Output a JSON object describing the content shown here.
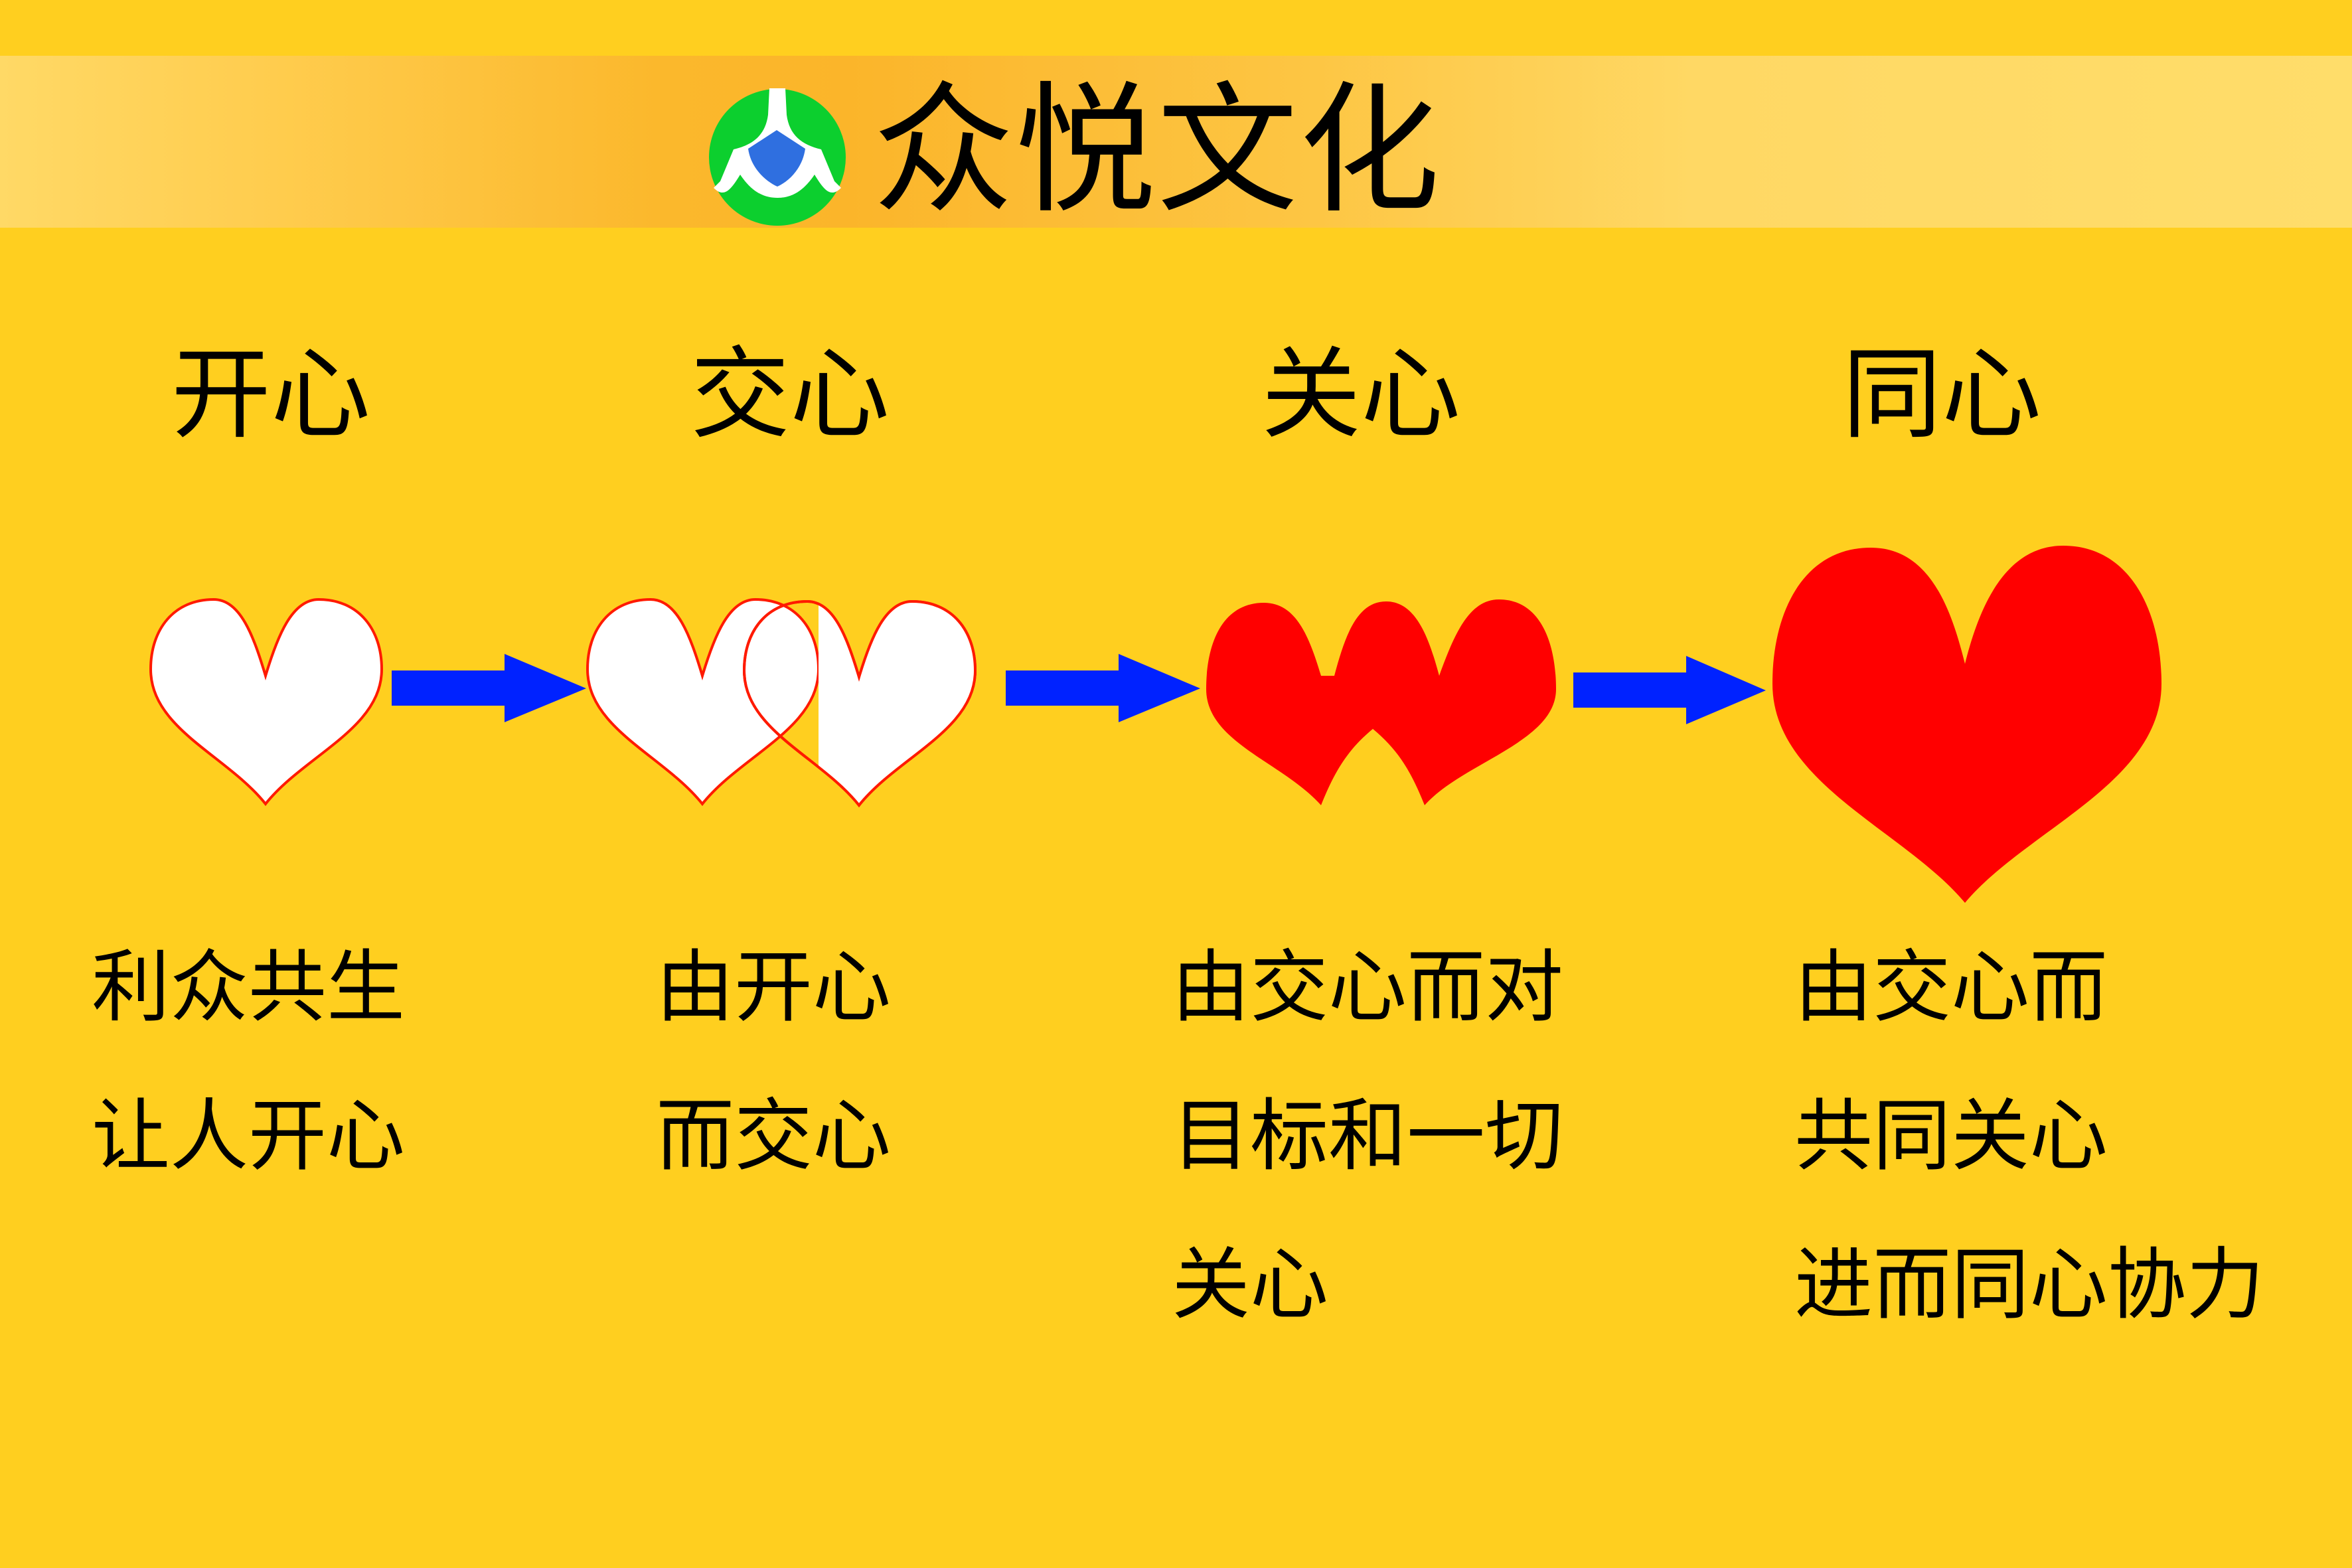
{
  "header": {
    "title": "众悦文化",
    "logo_icon": "zhongyue-logo-icon"
  },
  "colors": {
    "background": "#ffcf1f",
    "band_orange": "#fbb52a",
    "band_light": "#ffd966",
    "heart_red": "#ff0000",
    "heart_outline_fill": "#ffffff",
    "arrow_blue": "#0022ff",
    "logo_green": "#0ccf2e",
    "logo_blue": "#2f6fe0"
  },
  "stages": [
    {
      "heading": "开心",
      "heart_icon": "single-outline-heart-icon",
      "lines": [
        "利众共生",
        "让人开心"
      ]
    },
    {
      "heading": "交心",
      "heart_icon": "two-overlapping-outline-hearts-icon",
      "lines": [
        "由开心",
        "而交心"
      ]
    },
    {
      "heading": "关心",
      "heart_icon": "merged-double-red-heart-icon",
      "lines": [
        "由交心而对",
        "目标和一切",
        "关心"
      ]
    },
    {
      "heading": "同心",
      "heart_icon": "large-red-heart-icon",
      "lines": [
        "由交心而",
        "共同关心",
        "进而同心协力"
      ]
    }
  ],
  "arrows": [
    "right-arrow-icon",
    "right-arrow-icon",
    "right-arrow-icon"
  ]
}
